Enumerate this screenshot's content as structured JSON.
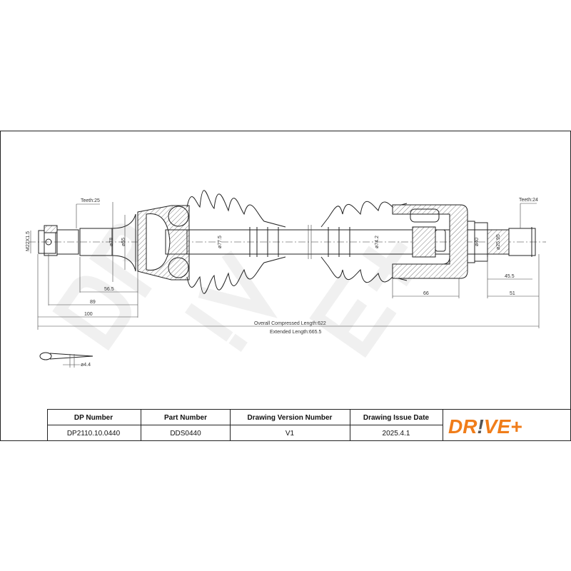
{
  "drawing": {
    "teeth_left": "Teeth:25",
    "teeth_right": "Teeth:24",
    "thread": "M22X1.5",
    "dia_78": "ø78",
    "dia_55": "ø55",
    "dia_77_5": "ø77.5",
    "dia_74_2": "ø74.2",
    "dia_40": "ø40",
    "dia_25_95": "ø25.95",
    "dim_56_5": "56.5",
    "dim_89": "89",
    "dim_100": "100",
    "dim_66": "66",
    "dim_45_5": "45.5",
    "dim_51": "51",
    "overall_compressed": "Overall  Compressed  Length:622",
    "extended": "Extended  Length:665.5",
    "pin_dia": "ø4.4"
  },
  "watermark": "DRIVE+",
  "table": {
    "headers": [
      "DP Number",
      "Part Number",
      "Drawing Version Number",
      "Drawing Issue Date"
    ],
    "values": [
      "DP2110.10.0440",
      "DDS0440",
      "V1",
      "2025.4.1"
    ]
  },
  "logo": {
    "text": "DR!VE+",
    "color": "#f07d1a",
    "accent": "#555555"
  }
}
